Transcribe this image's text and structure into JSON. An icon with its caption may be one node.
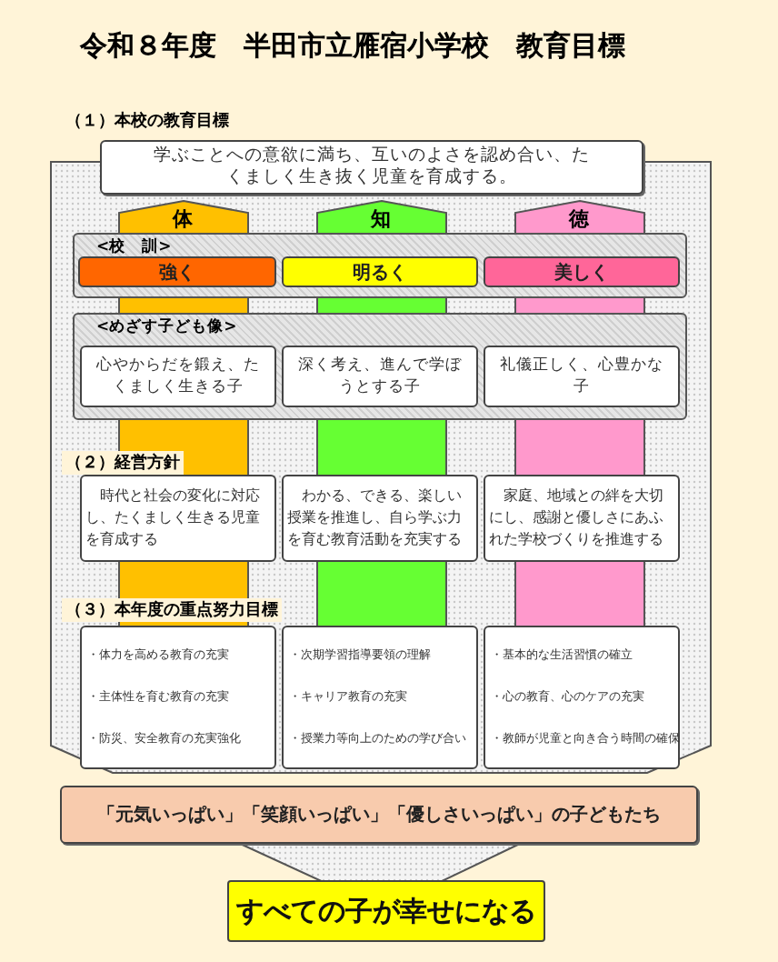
{
  "diagram": {
    "title": "令和８年度　半田市立雁宿小学校　教育目標",
    "nodes": [
      {
        "text": [
          "学ぶことへの意欲に満ち、互いのよさを認め合い、たくましく生き抜く児童を育成する。"
        ]
      },
      {
        "text": [
          "体"
        ]
      },
      {
        "text": [
          "知"
        ]
      },
      {
        "text": [
          "徳"
        ]
      },
      {
        "text": [
          "<校　訓>"
        ]
      },
      {
        "text": [
          "強く"
        ],
        "in": 4
      },
      {
        "text": [
          "明るく"
        ],
        "in": 4
      },
      {
        "text": [
          "美しく"
        ],
        "in": 4
      },
      {
        "text": [
          "<めざす子ども像>"
        ]
      },
      {
        "text": [
          "心やからだを鍛え、たくましく生きる子"
        ],
        "in": 8
      },
      {
        "text": [
          "深く考え、進んで学ぼうとする子"
        ],
        "in": 8
      },
      {
        "text": [
          "礼儀正しく、心豊かな子"
        ],
        "in": 8
      },
      {
        "text": [
          "時代と社会の変化に対応し、たくましく生きる児童を育成する"
        ]
      },
      {
        "text": [
          "わかる、できる、楽しい授業を推進し、自ら学ぶ力を育む教育活動を充実する"
        ]
      },
      {
        "text": [
          "家庭、地域との絆を大切にし、感謝と優しさにあふれた学校づくりを推進する"
        ]
      },
      {
        "text": [
          "・体力を高める教育の充実",
          "・主体性を育む教育の充実",
          "・防災、安全教育の充実強化"
        ]
      },
      {
        "text": [
          "・次期学習指導要領の理解",
          "・キャリア教育の充実",
          "・授業力等向上のための学び合い"
        ]
      },
      {
        "text": [
          "・基本的な生活習慣の確立",
          "・心の教育、心のケアの充実",
          "・教師が児童と向き合う時間の確保"
        ]
      },
      {
        "text": [
          "「元気いっぱい」「笑顔いっぱい」「優しさいっぱい」の子どもたち"
        ]
      },
      {
        "text": [
          "すべての子が幸せになる"
        ]
      }
    ],
    "labels": [
      "（１）本校の教育目標",
      "（２）経営方針",
      "（３）本年度の重点努力目標"
    ]
  }
}
